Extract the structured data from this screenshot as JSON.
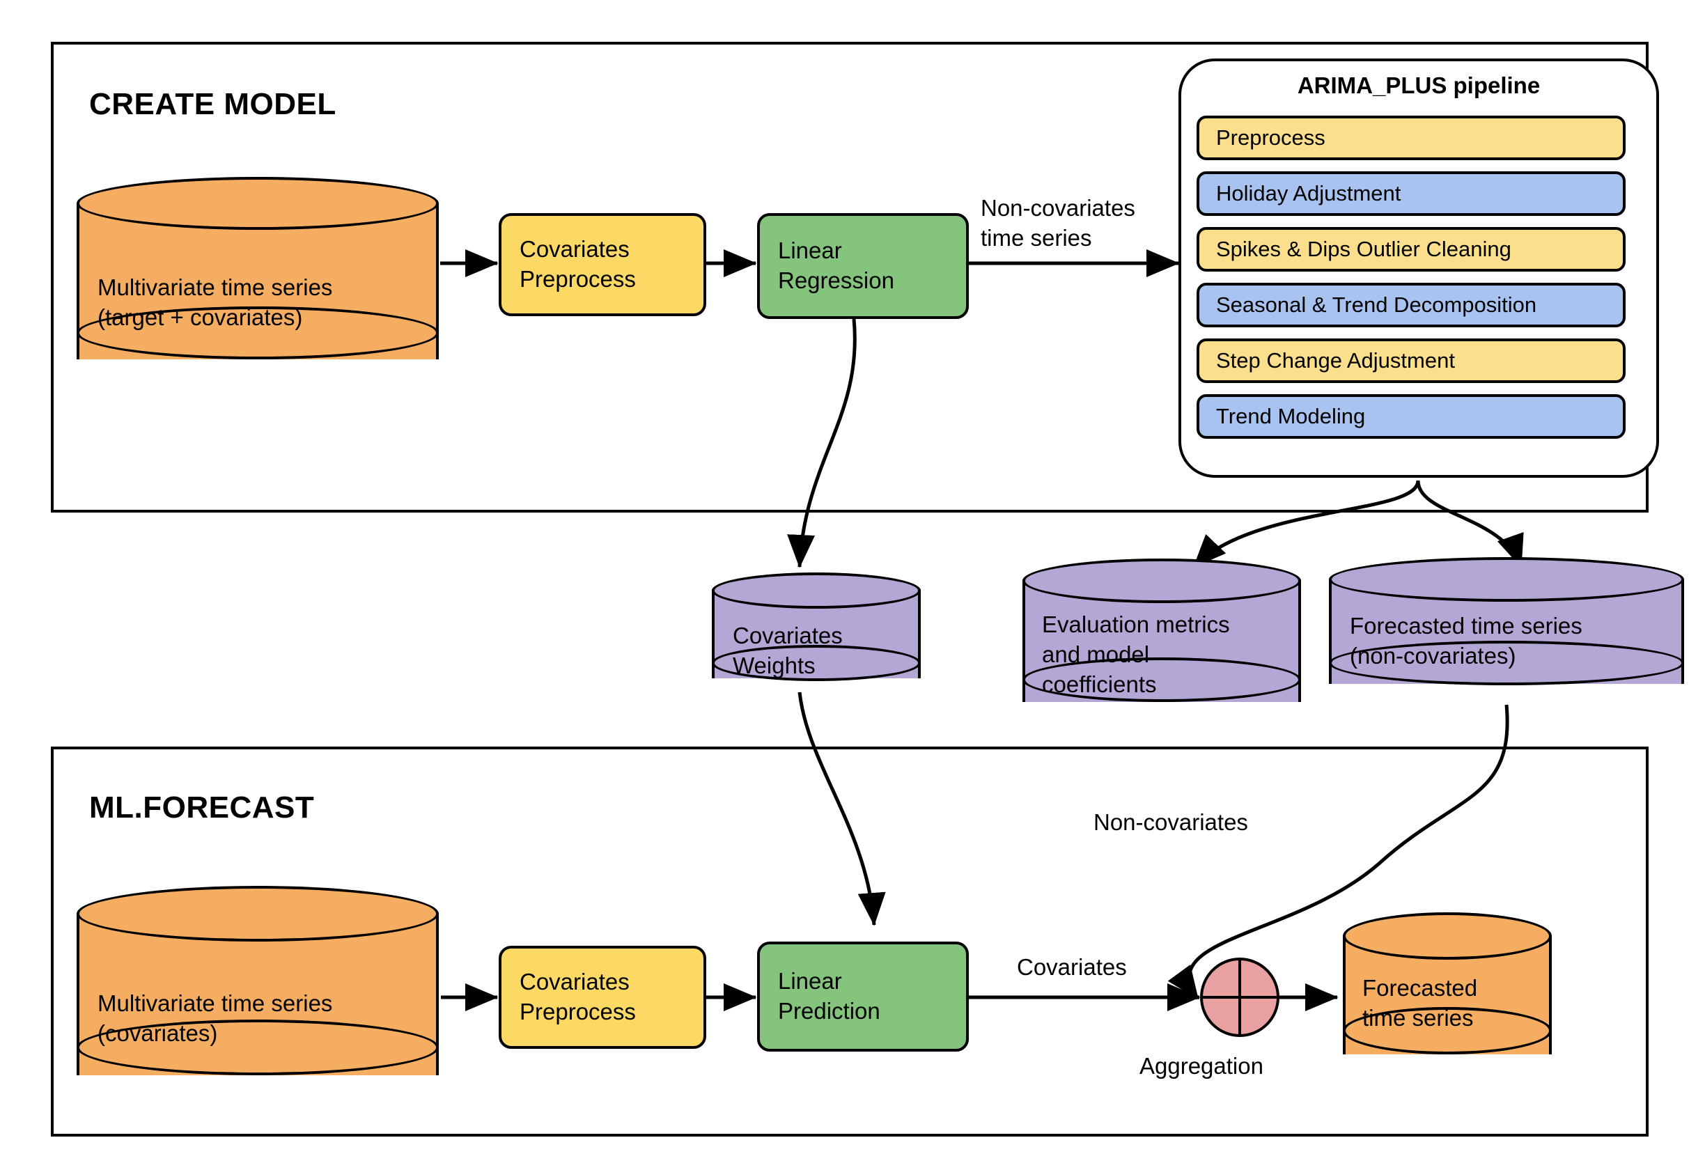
{
  "colors": {
    "orange": "#f5ad62",
    "yellow": "#fbd964",
    "yellow_light": "#fbdf8c",
    "green": "#84c47c",
    "blue": "#a8c3ef",
    "purple": "#b4a7d6",
    "pink": "#e8a0a0",
    "stroke": "#000000",
    "background": "#ffffff"
  },
  "sections": {
    "create_model": {
      "title": "CREATE MODEL"
    },
    "ml_forecast": {
      "title": "ML.FORECAST"
    }
  },
  "create_model": {
    "source_cylinder": {
      "label": "Multivariate time series\n(target + covariates)"
    },
    "preprocess_box": {
      "label": "Covariates\nPreprocess"
    },
    "regression_box": {
      "label": "Linear\nRegression"
    },
    "edge_label": "Non-covariates\ntime series"
  },
  "pipeline": {
    "title": "ARIMA_PLUS pipeline",
    "steps": [
      {
        "label": "Preprocess",
        "color": "yellow"
      },
      {
        "label": "Holiday Adjustment",
        "color": "blue"
      },
      {
        "label": "Spikes & Dips Outlier Cleaning",
        "color": "yellow"
      },
      {
        "label": "Seasonal & Trend Decomposition",
        "color": "blue"
      },
      {
        "label": "Step Change Adjustment",
        "color": "yellow"
      },
      {
        "label": "Trend Modeling",
        "color": "blue"
      }
    ]
  },
  "outputs": {
    "covariates_weights": {
      "label": "Covariates\nWeights"
    },
    "evaluation_metrics": {
      "label": "Evaluation metrics\nand model\ncoefficients"
    },
    "forecasted_non_covariates": {
      "label": "Forecasted time series\n(non-covariates)"
    }
  },
  "ml_forecast": {
    "source_cylinder": {
      "label": "Multivariate time series\n(covariates)"
    },
    "preprocess_box": {
      "label": "Covariates\nPreprocess"
    },
    "prediction_box": {
      "label": "Linear\nPrediction"
    },
    "covariates_edge_label": "Covariates",
    "non_covariates_edge_label": "Non-covariates",
    "aggregation_label": "Aggregation",
    "result_cylinder": {
      "label": "Forecasted\ntime series"
    }
  }
}
